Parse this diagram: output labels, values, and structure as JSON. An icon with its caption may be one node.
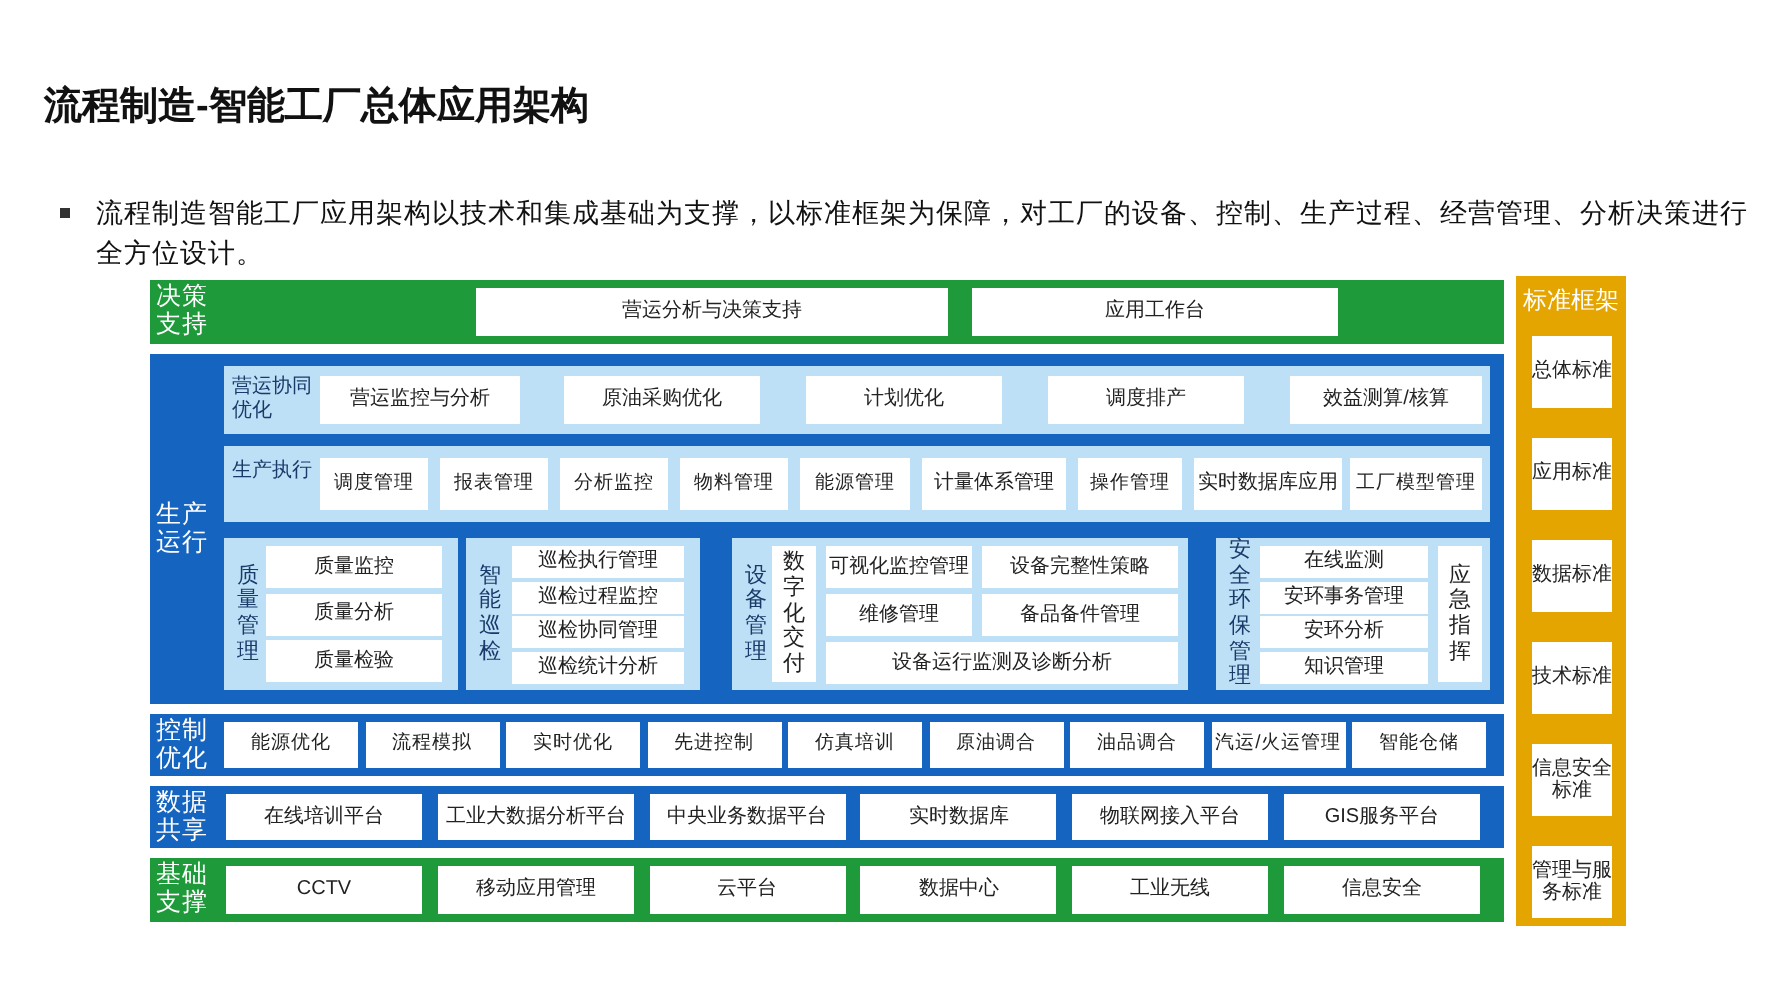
{
  "diagram": {
    "title": "流程制造-智能工厂总体应用架构",
    "nodes": [
      {
        "text": [
          "决策支持"
        ]
      },
      {
        "text": [
          "营运分析与决策支持"
        ],
        "in": 0
      },
      {
        "text": [
          "应用工作台"
        ],
        "in": 0
      },
      {
        "text": [
          "生产运行"
        ]
      },
      {
        "text": [
          "营运协同优化"
        ],
        "in": 3
      },
      {
        "text": [
          "营运监控与分析"
        ],
        "in": 4
      },
      {
        "text": [
          "原油采购优化"
        ],
        "in": 4
      },
      {
        "text": [
          "计划优化"
        ],
        "in": 4
      },
      {
        "text": [
          "调度排产"
        ],
        "in": 4
      },
      {
        "text": [
          "效益测算/核算"
        ],
        "in": 4
      },
      {
        "text": [
          "生产执行"
        ],
        "in": 3
      },
      {
        "text": [
          "调度管理"
        ],
        "in": 10
      },
      {
        "text": [
          "报表管理"
        ],
        "in": 10
      },
      {
        "text": [
          "分析监控"
        ],
        "in": 10
      },
      {
        "text": [
          "物料管理"
        ],
        "in": 10
      },
      {
        "text": [
          "能源管理"
        ],
        "in": 10
      },
      {
        "text": [
          "计量体系管理"
        ],
        "in": 10
      },
      {
        "text": [
          "操作管理"
        ],
        "in": 10
      },
      {
        "text": [
          "实时数据库应用"
        ],
        "in": 10
      },
      {
        "text": [
          "工厂模型管理"
        ],
        "in": 10
      },
      {
        "text": [
          "质量管理"
        ],
        "in": 3
      },
      {
        "text": [
          "质量监控"
        ],
        "in": 20
      },
      {
        "text": [
          "质量分析"
        ],
        "in": 20
      },
      {
        "text": [
          "质量检验"
        ],
        "in": 20
      },
      {
        "text": [
          "智能巡检"
        ],
        "in": 3
      },
      {
        "text": [
          "巡检执行管理"
        ],
        "in": 24
      },
      {
        "text": [
          "巡检过程监控"
        ],
        "in": 24
      },
      {
        "text": [
          "巡检协同管理"
        ],
        "in": 24
      },
      {
        "text": [
          "巡检统计分析"
        ],
        "in": 24
      },
      {
        "text": [
          "设备管理"
        ],
        "in": 3
      },
      {
        "text": [
          "数字化交付"
        ],
        "in": 29
      },
      {
        "text": [
          "可视化监控管理"
        ],
        "in": 29
      },
      {
        "text": [
          "设备完整性策略"
        ],
        "in": 29
      },
      {
        "text": [
          "维修管理"
        ],
        "in": 29
      },
      {
        "text": [
          "备品备件管理"
        ],
        "in": 29
      },
      {
        "text": [
          "设备运行监测及诊断分析"
        ],
        "in": 29
      },
      {
        "text": [
          "安全环保管理"
        ],
        "in": 3
      },
      {
        "text": [
          "在线监测"
        ],
        "in": 36
      },
      {
        "text": [
          "安环事务管理"
        ],
        "in": 36
      },
      {
        "text": [
          "安环分析"
        ],
        "in": 36
      },
      {
        "text": [
          "知识管理"
        ],
        "in": 36
      },
      {
        "text": [
          "应急指挥"
        ],
        "in": 36
      },
      {
        "text": [
          "控制优化"
        ]
      },
      {
        "text": [
          "能源优化"
        ],
        "in": 42
      },
      {
        "text": [
          "流程模拟"
        ],
        "in": 42
      },
      {
        "text": [
          "实时优化"
        ],
        "in": 42
      },
      {
        "text": [
          "先进控制"
        ],
        "in": 42
      },
      {
        "text": [
          "仿真培训"
        ],
        "in": 42
      },
      {
        "text": [
          "原油调合"
        ],
        "in": 42
      },
      {
        "text": [
          "油品调合"
        ],
        "in": 42
      },
      {
        "text": [
          "汽运/火运管理"
        ],
        "in": 42
      },
      {
        "text": [
          "智能仓储"
        ],
        "in": 42
      },
      {
        "text": [
          "数据共享"
        ]
      },
      {
        "text": [
          "在线培训平台"
        ],
        "in": 52
      },
      {
        "text": [
          "工业大数据分析平台"
        ],
        "in": 52
      },
      {
        "text": [
          "中央业务数据平台"
        ],
        "in": 52
      },
      {
        "text": [
          "实时数据库"
        ],
        "in": 52
      },
      {
        "text": [
          "物联网接入平台"
        ],
        "in": 52
      },
      {
        "text": [
          "GIS服务平台"
        ],
        "in": 52
      },
      {
        "text": [
          "基础支撑"
        ]
      },
      {
        "text": [
          "CCTV"
        ],
        "in": 59
      },
      {
        "text": [
          "移动应用管理"
        ],
        "in": 59
      },
      {
        "text": [
          "云平台"
        ],
        "in": 59
      },
      {
        "text": [
          "数据中心"
        ],
        "in": 59
      },
      {
        "text": [
          "工业无线"
        ],
        "in": 59
      },
      {
        "text": [
          "信息安全"
        ],
        "in": 59
      },
      {
        "text": [
          "标准框架"
        ]
      },
      {
        "text": [
          "总体标准"
        ],
        "in": 66
      },
      {
        "text": [
          "应用标准"
        ],
        "in": 66
      },
      {
        "text": [
          "数据标准"
        ],
        "in": 66
      },
      {
        "text": [
          "技术标准"
        ],
        "in": 66
      },
      {
        "text": [
          "信息安全标准"
        ],
        "in": 66
      },
      {
        "text": [
          "管理与服务标准"
        ],
        "in": 66
      }
    ],
    "labels": [
      "流程制造智能工厂应用架构以技术和集成基础为支撑，以标准框架为保障，对工厂的设备、控制、生产过程、经营管理、分析决策进行全方位设计。"
    ]
  }
}
